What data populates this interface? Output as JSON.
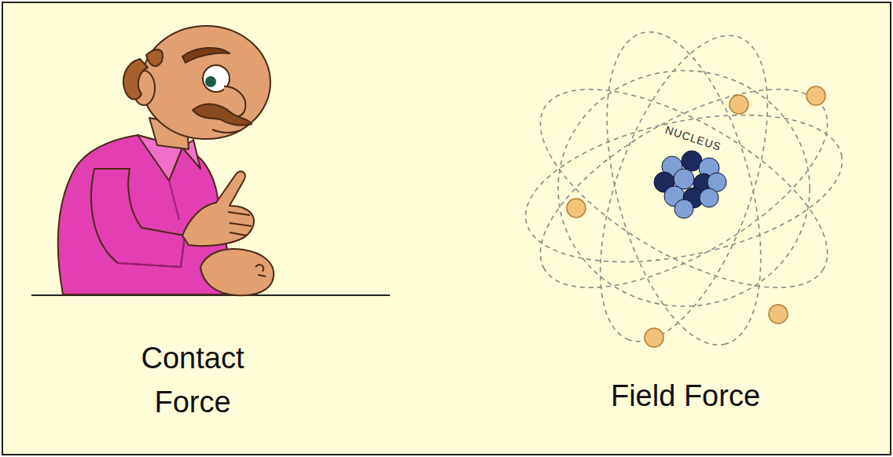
{
  "diagram": {
    "labels": [
      "Contact Force",
      "Field Force",
      "NUCLEUS"
    ]
  }
}
